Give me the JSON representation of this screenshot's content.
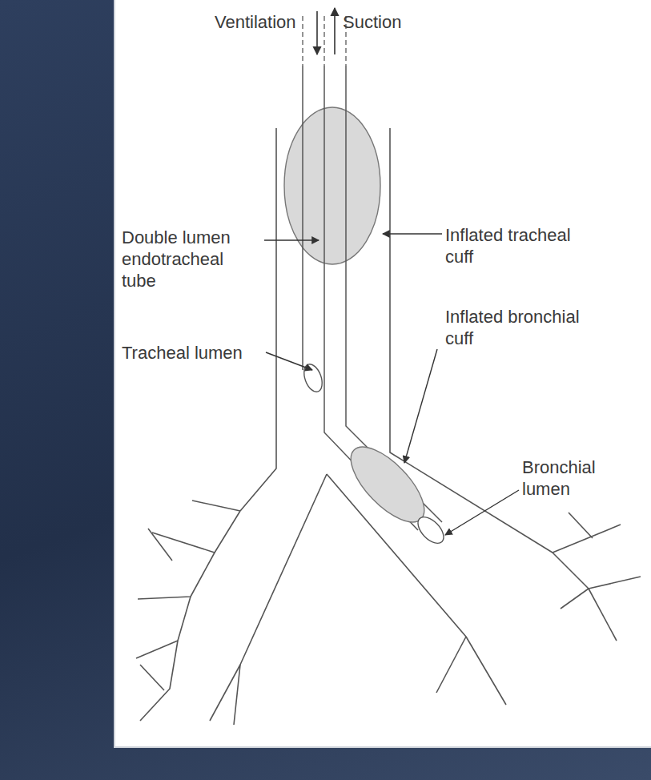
{
  "diagram": {
    "labels": [
      "Ventilation",
      "Suction",
      "Double lumen endotracheal tube",
      "Inflated tracheal cuff",
      "Tracheal lumen",
      "Inflated bronchial cuff",
      "Bronchial lumen"
    ]
  }
}
